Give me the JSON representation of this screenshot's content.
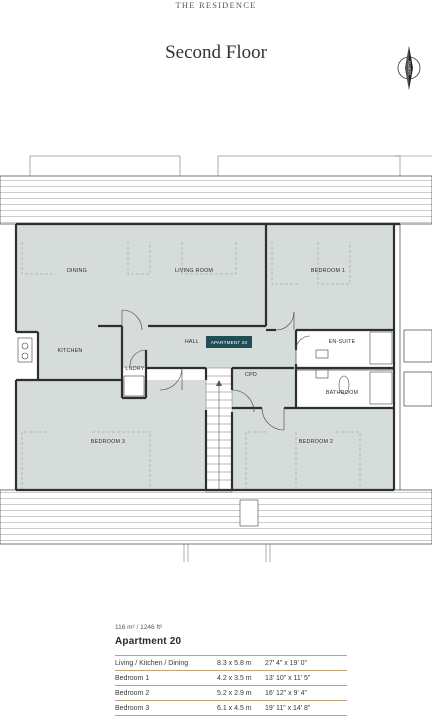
{
  "brand": "THE RESIDENCE",
  "floor_title": "Second Floor",
  "compass": {
    "icon": "north-arrow-icon",
    "label": "NORTH"
  },
  "plan": {
    "wall_color": "#2f2f2f",
    "floor_color": "#d5dcd9",
    "label_color": "#1f4e56",
    "rooms": {
      "dining": "DINING",
      "living": "LIVING ROOM",
      "bedroom1": "BEDROOM 1",
      "ensuite": "EN-SUITE",
      "kitchen": "KITCHEN",
      "hall": "HALL",
      "apartment": "APARTMENT 20",
      "laundry": "LNDRY",
      "cpd": "CPD",
      "bathroom": "BATHROOM",
      "bedroom3": "BEDROOM 3",
      "bedroom2": "BEDROOM 2"
    }
  },
  "summary": {
    "area": "116 m² / 1246 ft²",
    "apartment": "Apartment 20"
  },
  "rooms_table": [
    {
      "name": "Living / Kitchen / Dining",
      "metric": "8.3 x 5.8  m",
      "imperial": "27’ 4” x 19’ 0”"
    },
    {
      "name": "Bedroom 1",
      "metric": "4.2 x 3.5  m",
      "imperial": "13’ 10” x 11’ 5”"
    },
    {
      "name": "Bedroom 2",
      "metric": "5.2 x 2.9  m",
      "imperial": "16’ 12” x 9’ 4”"
    },
    {
      "name": "Bedroom 3",
      "metric": "6.1 x 4.5  m",
      "imperial": "19’ 11” x 14’ 8”"
    }
  ]
}
